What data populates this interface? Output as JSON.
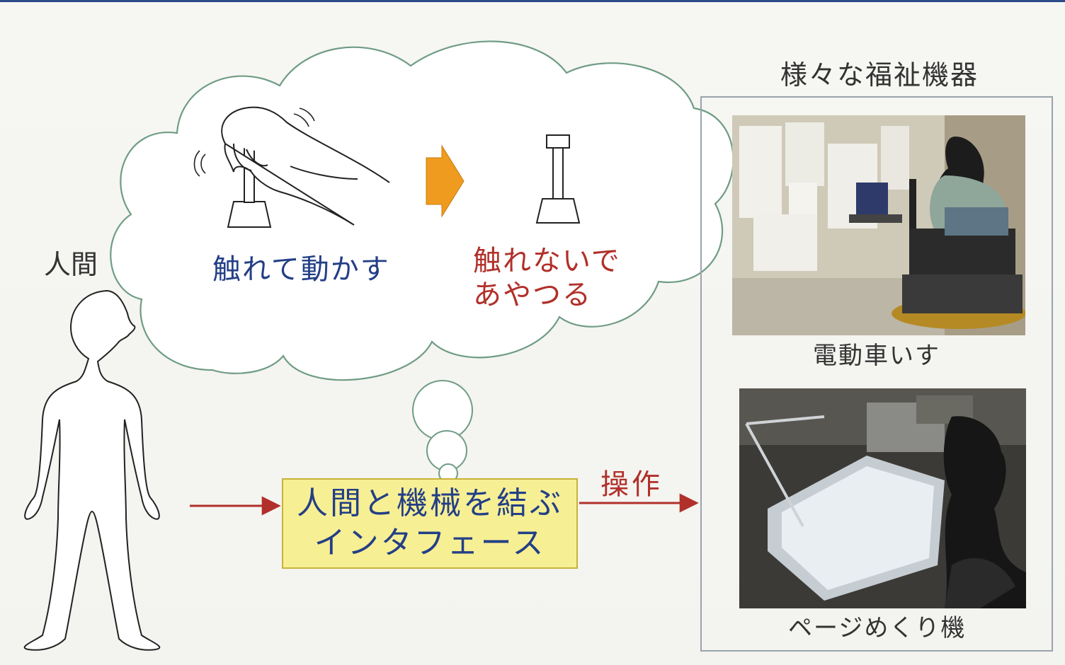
{
  "human_label": "人間",
  "thought": {
    "touch_move": "触れて動かす",
    "no_touch_line1": "触れないで",
    "no_touch_line2": "あやつる"
  },
  "interface": {
    "line1": "人間と機械を結ぶ",
    "line2": "インタフェース"
  },
  "operation_label": "操作",
  "devices": {
    "title": "様々な福祉機器",
    "items": [
      {
        "caption": "電動車いす"
      },
      {
        "caption": "ページめくり機"
      }
    ]
  },
  "colors": {
    "blue_text": "#233f86",
    "red_text": "#b1302a",
    "box_fill": "#f7ef94",
    "cloud_stroke": "#6f9c84",
    "arrow_orange": "#ee9b1f"
  }
}
